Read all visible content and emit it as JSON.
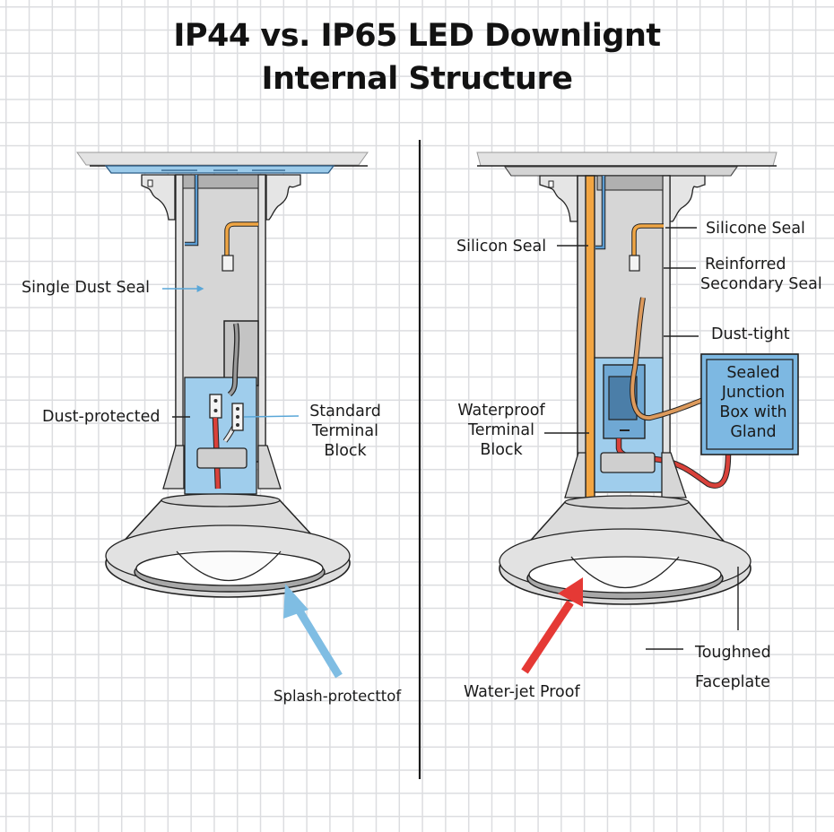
{
  "title": {
    "line1": "IP44 vs. IP65 LED Downlignt",
    "line2": "Internal Structure"
  },
  "colors": {
    "housing_gray": "#d9d9d9",
    "seal_blue": "#8ec5ea",
    "arrow_blue": "#7fbde3",
    "arrow_red": "#e53935",
    "wire_orange": "#f2a542",
    "wire_red": "#d9413a",
    "wire_tan": "#dd9a5c",
    "junction_box": "#7db8e2",
    "outline": "#1e1e1e"
  },
  "left_panel": {
    "rating": "IP44",
    "labels": {
      "single_dust_seal": "Single Dust Seal",
      "dust_protected": "Dust-protected",
      "terminal_block": [
        "Standard",
        "Terminal",
        "Block"
      ],
      "splash": "Splash-protecttof"
    }
  },
  "right_panel": {
    "rating": "IP65",
    "labels": {
      "silicon_seal": "Silicon Seal",
      "silicone_seal": "Silicone Seal",
      "secondary_seal": [
        "Reinforred",
        "Secondary Seal"
      ],
      "dust_tight": "Dust-tight",
      "junction_box": [
        "Sealed",
        "Junction",
        "Box with",
        "Gland"
      ],
      "terminal_block": [
        "Waterproof",
        "Terminal",
        "Block"
      ],
      "water_jet": "Water-jet Proof",
      "faceplate": [
        "Toughned",
        "Faceplate"
      ]
    }
  }
}
